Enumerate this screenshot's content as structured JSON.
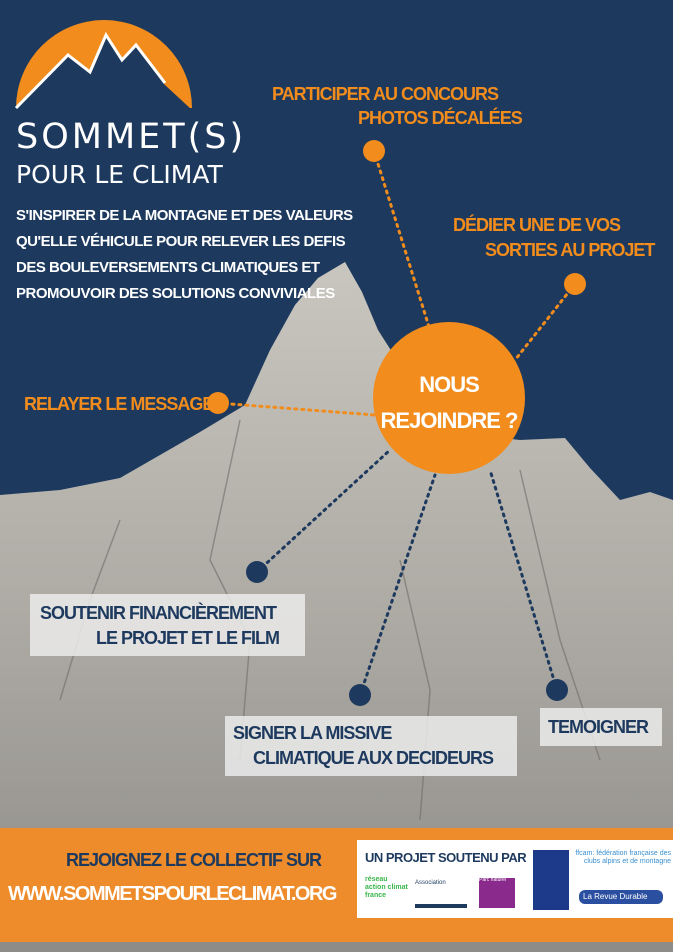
{
  "logo": {
    "line1": "SOMMET(S)",
    "line2": "POUR LE CLIMAT"
  },
  "tagline": [
    "S'INSPIRER DE LA MONTAGNE ET DES VALEURS",
    "QU'ELLE VÉHICULE POUR RELEVER LES DEFIS",
    "DES BOULEVERSEMENTS CLIMATIQUES ET",
    "PROMOUVOIR DES SOLUTIONS CONVIVIALES"
  ],
  "center": {
    "line1": "NOUS",
    "line2": "REJOINDRE ?"
  },
  "actions": {
    "contest": [
      "PARTICIPER AU CONCOURS",
      "PHOTOS DÉCALÉES"
    ],
    "outing": [
      "DÉDIER UNE DE VOS",
      "SORTIES AU PROJET"
    ],
    "relay": "RELAYER LE MESSAGE",
    "fund": [
      "SOUTENIR FINANCIÈREMENT",
      "LE PROJET ET LE FILM"
    ],
    "sign": [
      "SIGNER LA MISSIVE",
      "CLIMATIQUE AUX DECIDEURS"
    ],
    "testify": "TEMOIGNER"
  },
  "footer": {
    "join": "REJOIGNEZ LE COLLECTIF SUR",
    "url": "WWW.SOMMETSPOURLECLIMAT.ORG",
    "supported_by": "UN PROJET SOUTENU PAR",
    "partners": [
      "réseau action climat france",
      "Association",
      "Parc naturel",
      "ffcam: fédération française des clubs alpins et de montagne",
      "La Revue Durable"
    ]
  },
  "colors": {
    "navy": "#1d3a5e",
    "orange": "#f28c1c",
    "rock": "#a9a7a2"
  }
}
